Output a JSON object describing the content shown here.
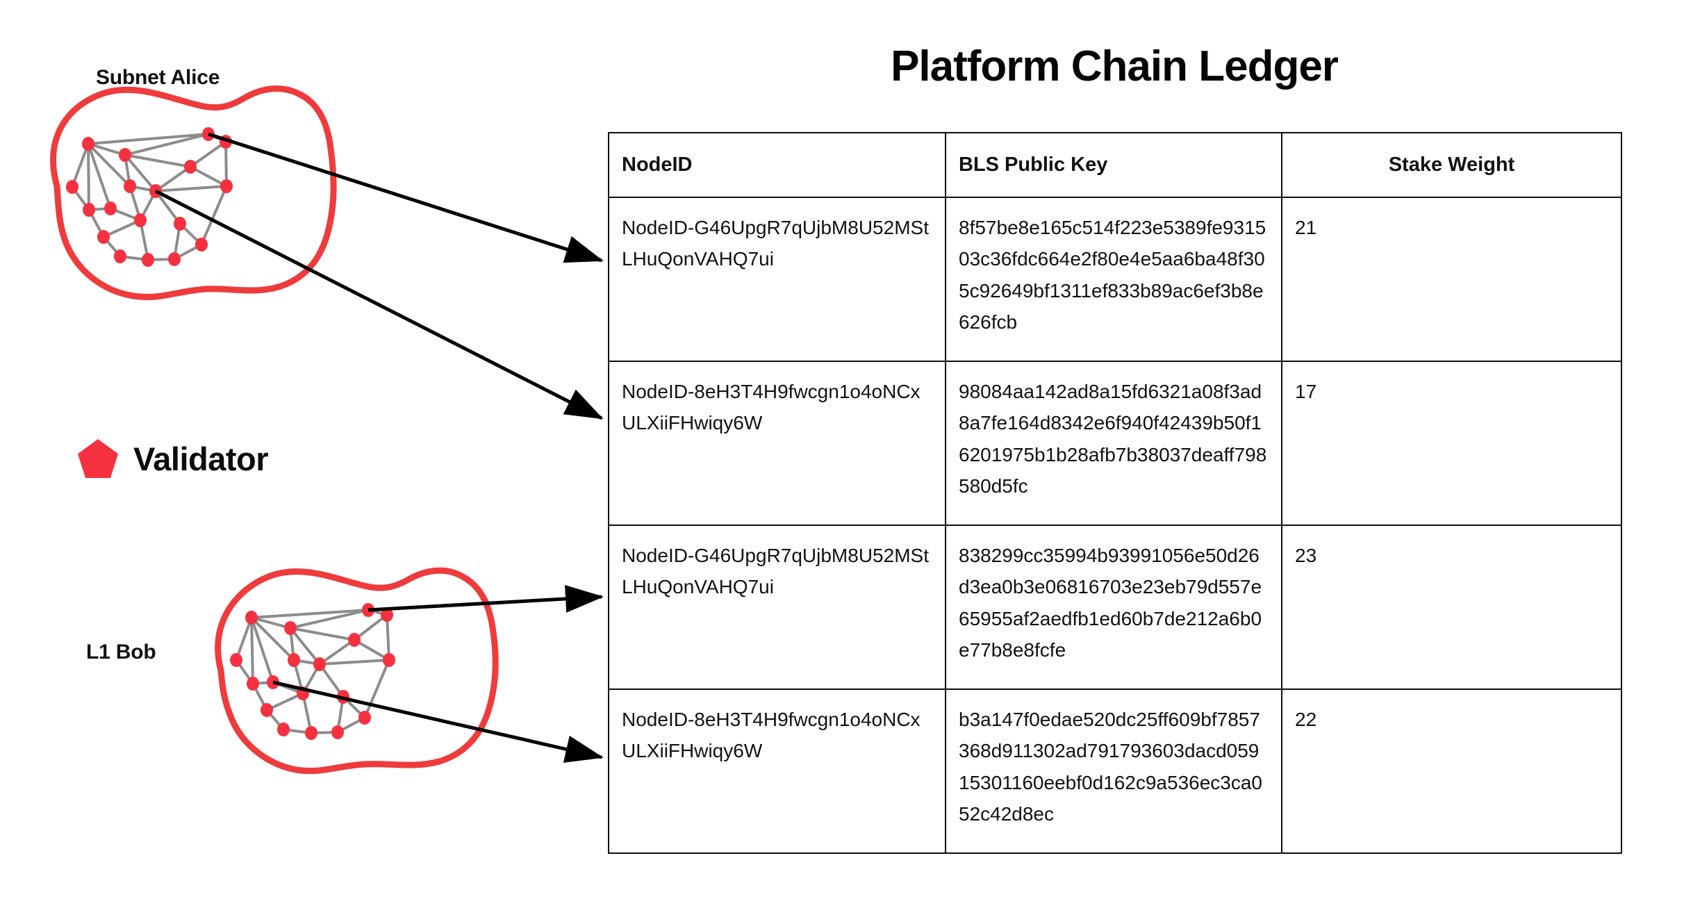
{
  "title": "Platform Chain Ledger",
  "legend": {
    "icon": "pentagon-icon",
    "label": "Validator",
    "color": "#f6313f"
  },
  "diagram": {
    "groups": [
      {
        "name": "subnet-alice",
        "label": "Subnet Alice",
        "outline_color": "#ef3b3b",
        "node_color": "#f6313f",
        "edge_color": "#8c8c8c"
      },
      {
        "name": "l1-bob",
        "label": "L1 Bob",
        "outline_color": "#ef3b3b",
        "node_color": "#f6313f",
        "edge_color": "#8c8c8c"
      }
    ],
    "arrow_color": "#000000",
    "arrow_count": 4
  },
  "table": {
    "columns": [
      {
        "key": "nodeid",
        "label": "NodeID",
        "align": "left"
      },
      {
        "key": "bls",
        "label": "BLS Public Key",
        "align": "left"
      },
      {
        "key": "stake",
        "label": "Stake Weight",
        "align": "center"
      }
    ],
    "rows": [
      {
        "nodeid": "NodeID-G46UpgR7qUjbM8U52MStLHuQonVAHQ7ui",
        "bls": "8f57be8e165c514f223e5389fe931503c36fdc664e2f80e4e5aa6ba48f305c92649bf1311ef833b89ac6ef3b8e626fcb",
        "stake": "21"
      },
      {
        "nodeid": "NodeID-8eH3T4H9fwcgn1o4oNCxULXiiFHwiqy6W",
        "bls": "98084aa142ad8a15fd6321a08f3ad8a7fe164d8342e6f940f42439b50f16201975b1b28afb7b38037deaff798580d5fc",
        "stake": "17"
      },
      {
        "nodeid": "NodeID-G46UpgR7qUjbM8U52MStLHuQonVAHQ7ui",
        "bls": "838299cc35994b93991056e50d26d3ea0b3e06816703e23eb79d557e65955af2aedfb1ed60b7de212a6b0e77b8e8fcfe",
        "stake": "23"
      },
      {
        "nodeid": "NodeID-8eH3T4H9fwcgn1o4oNCxULXiiFHwiqy6W",
        "bls": "b3a147f0edae520dc25ff609bf7857368d911302ad791793603dacd05915301160eebf0d162c9a536ec3ca052c42d8ec",
        "stake": "22"
      }
    ]
  }
}
